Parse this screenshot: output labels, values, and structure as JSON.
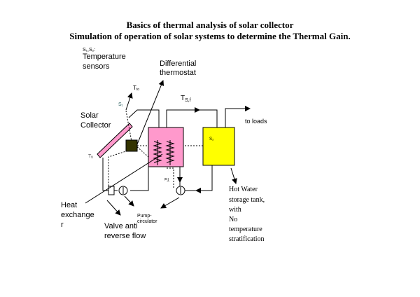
{
  "title_line1": "Basics of thermal analysis of solar collector",
  "title_line2": "Simulation of operation of solar systems to determine the Thermal Gain.",
  "labels": {
    "sensors_abbrev": "S₁,S₂:",
    "sensors_line1": "Temperature",
    "sensors_line2": "sensors",
    "differential_line1": "Differential",
    "differential_line2": "thermostat",
    "t_to": "T",
    "t_to_sub": "to",
    "s1": "S₁",
    "t_sf": "T",
    "t_sf_sub": "S,f",
    "to_loads": "to loads",
    "solar_line1": "Solar",
    "solar_line2": "Collector",
    "s2": "S₂",
    "t_ti": "T",
    "t_ti_sub": "ti",
    "t_si_rot": "T",
    "t_si_rot_sub": "si",
    "heat_line1": "Heat",
    "heat_line2": "exchange",
    "heat_line3": "r",
    "pump_line1": "Pump-",
    "pump_line2": "circulator",
    "valve_line1": "Valve anti",
    "valve_line2": "reverse flow",
    "hw_line1": "Hot Water",
    "hw_line2": "storage tank,",
    "hw_line3": "with",
    "hw_line4": "No",
    "hw_line5": "temperature",
    "hw_line6": "stratification"
  },
  "colors": {
    "collector": "#ff99cc",
    "exchanger_tank": "#ff99cc",
    "storage_tank": "#ffff00",
    "thermostat": "#333300"
  }
}
